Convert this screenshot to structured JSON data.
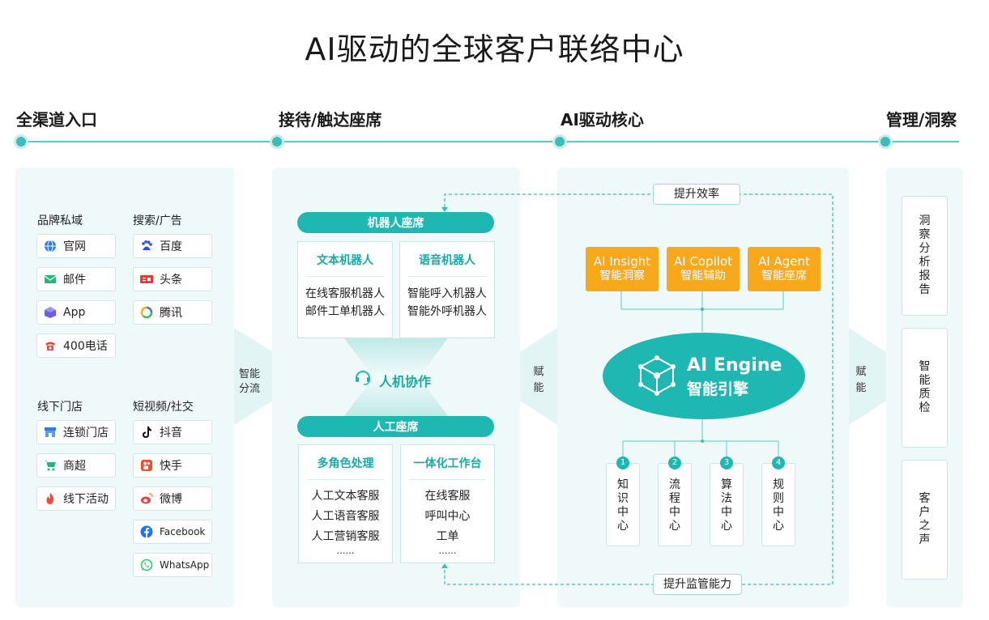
{
  "title": "AI驱动的全球客户联络中心",
  "stages": [
    "全渠道入口",
    "接待/触达座席",
    "AI驱动核心",
    "管理/洞察"
  ],
  "entry": {
    "groups": [
      {
        "label": "品牌私域",
        "items": [
          {
            "label": "官网",
            "icon": "globe-icon"
          },
          {
            "label": "邮件",
            "icon": "mail-icon"
          },
          {
            "label": "App",
            "icon": "app-cube-icon"
          },
          {
            "label": "400电话",
            "icon": "phone-icon"
          }
        ]
      },
      {
        "label": "搜索/广告",
        "items": [
          {
            "label": "百度",
            "icon": "baidu-icon"
          },
          {
            "label": "头条",
            "icon": "toutiao-icon"
          },
          {
            "label": "腾讯",
            "icon": "tencent-icon"
          }
        ]
      },
      {
        "label": "线下门店",
        "items": [
          {
            "label": "连锁门店",
            "icon": "store-icon"
          },
          {
            "label": "商超",
            "icon": "cart-icon"
          },
          {
            "label": "线下活动",
            "icon": "fire-icon"
          }
        ]
      },
      {
        "label": "短视频/社交",
        "items": [
          {
            "label": "抖音",
            "icon": "douyin-icon"
          },
          {
            "label": "快手",
            "icon": "kuaishou-icon"
          },
          {
            "label": "微博",
            "icon": "weibo-icon"
          },
          {
            "label": "Facebook",
            "icon": "facebook-icon"
          },
          {
            "label": "WhatsApp",
            "icon": "whatsapp-icon"
          }
        ]
      }
    ],
    "flow_label": [
      "智能",
      "分流"
    ]
  },
  "agents": {
    "robot_title": "机器人座席",
    "robot_cards": [
      {
        "title": "文本机器人",
        "lines": [
          "在线客服机器人",
          "邮件工单机器人"
        ]
      },
      {
        "title": "语音机器人",
        "lines": [
          "智能呼入机器人",
          "智能外呼机器人"
        ]
      }
    ],
    "collab": "人机协作",
    "human_title": "人工座席",
    "human_cards": [
      {
        "title": "多角色处理",
        "lines": [
          "人工文本客服",
          "人工语音客服",
          "人工营销客服",
          "……"
        ]
      },
      {
        "title": "一体化工作台",
        "lines": [
          "在线客服",
          "呼叫中心",
          "工单",
          "……"
        ]
      }
    ],
    "empower_label": [
      "赋",
      "能"
    ]
  },
  "core": {
    "top_tag": "提升效率",
    "bottom_tag": "提升监管能力",
    "modules": [
      {
        "en": "AI Insight",
        "cn": "智能洞察"
      },
      {
        "en": "AI Copilot",
        "cn": "智能辅助"
      },
      {
        "en": "AI Agent",
        "cn": "智能座席"
      }
    ],
    "engine_en": "AI Engine",
    "engine_cn": "智能引擎",
    "centers": [
      {
        "num": "1",
        "label": [
          "知",
          "识",
          "中",
          "心"
        ]
      },
      {
        "num": "2",
        "label": [
          "流",
          "程",
          "中",
          "心"
        ]
      },
      {
        "num": "3",
        "label": [
          "算",
          "法",
          "中",
          "心"
        ]
      },
      {
        "num": "4",
        "label": [
          "规",
          "则",
          "中",
          "心"
        ]
      }
    ],
    "empower_label": [
      "赋",
      "能"
    ]
  },
  "insight": {
    "cards": [
      [
        "洞",
        "察",
        "分",
        "析",
        "报",
        "告"
      ],
      [
        "智",
        "能",
        "质",
        "检"
      ],
      [
        "客",
        "户",
        "之",
        "声"
      ]
    ]
  },
  "colors": {
    "teal": "#1fb7b1",
    "orange": "#f8a81b",
    "panel": "#f0f9f9"
  }
}
